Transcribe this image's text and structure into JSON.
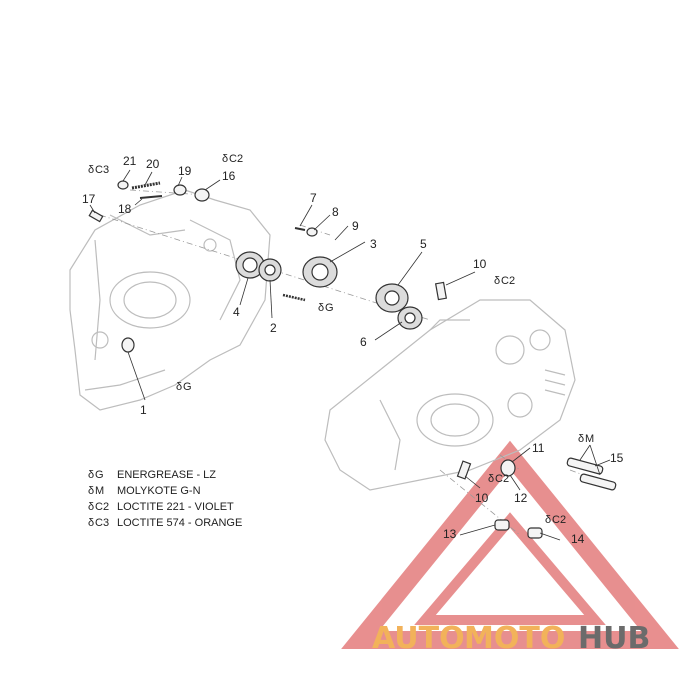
{
  "callouts": {
    "c21": "21",
    "c20": "20",
    "c19": "19",
    "c16": "16",
    "c18": "18",
    "c17": "17",
    "c7": "7",
    "c8": "8",
    "c9": "9",
    "c3": "3",
    "c5": "5",
    "c4": "4",
    "c2": "2",
    "c6": "6",
    "c1": "1",
    "c10a": "10",
    "c10b": "10",
    "c11": "11",
    "c12": "12",
    "c13": "13",
    "c14": "14",
    "c15": "15"
  },
  "markers": {
    "c3_top": "C3",
    "c2_top": "C2",
    "g_mid": "G",
    "c2_10": "C2",
    "g_left": "G",
    "m_15": "M",
    "c2_12": "C2",
    "c2_14": "C2"
  },
  "legend": [
    {
      "code": "G",
      "text": "ENERGREASE - LZ"
    },
    {
      "code": "M",
      "text": "MOLYKOTE G-N"
    },
    {
      "code": "C2",
      "text": "LOCTITE 221 - VIOLET"
    },
    {
      "code": "C3",
      "text": "LOCTITE 574 - ORANGE"
    }
  ],
  "watermark": {
    "part1": "AUTO",
    "part2": "MOTO",
    "part3": "HUB"
  },
  "colors": {
    "line": "#3a3a3a",
    "faint": "#b5b5b5",
    "watermark_red": "#e06a6a",
    "watermark_orange": "#f2b25a",
    "watermark_gray": "#6b6b6b"
  }
}
